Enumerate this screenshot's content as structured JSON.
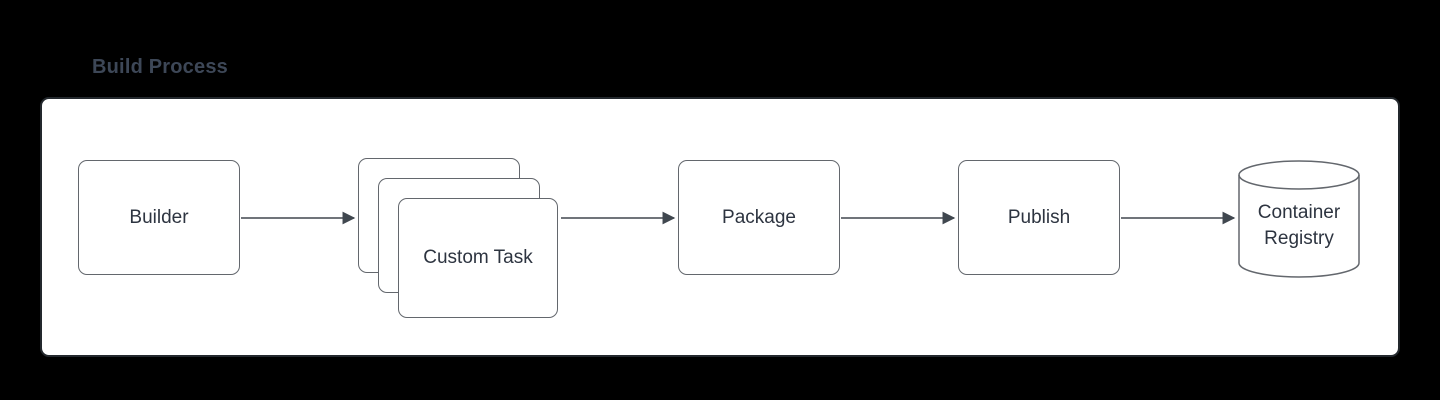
{
  "diagram": {
    "title": "Build Process",
    "nodes": [
      {
        "id": "builder",
        "label": "Builder"
      },
      {
        "id": "custom-task",
        "label": "Custom Task"
      },
      {
        "id": "package",
        "label": "Package"
      },
      {
        "id": "publish",
        "label": "Publish"
      },
      {
        "id": "container-registry",
        "label": "Container Registry"
      }
    ],
    "edges": [
      {
        "from": "builder",
        "to": "custom-task"
      },
      {
        "from": "custom-task",
        "to": "package"
      },
      {
        "from": "package",
        "to": "publish"
      },
      {
        "from": "publish",
        "to": "container-registry"
      }
    ],
    "colors": {
      "page_background": "#000000",
      "canvas_fill": "#ffffff",
      "canvas_border": "#23282d",
      "node_fill": "#ffffff",
      "node_border": "#63676d",
      "node_text": "#2d3440",
      "title_text": "#3d4757",
      "arrow": "#40474f"
    }
  }
}
